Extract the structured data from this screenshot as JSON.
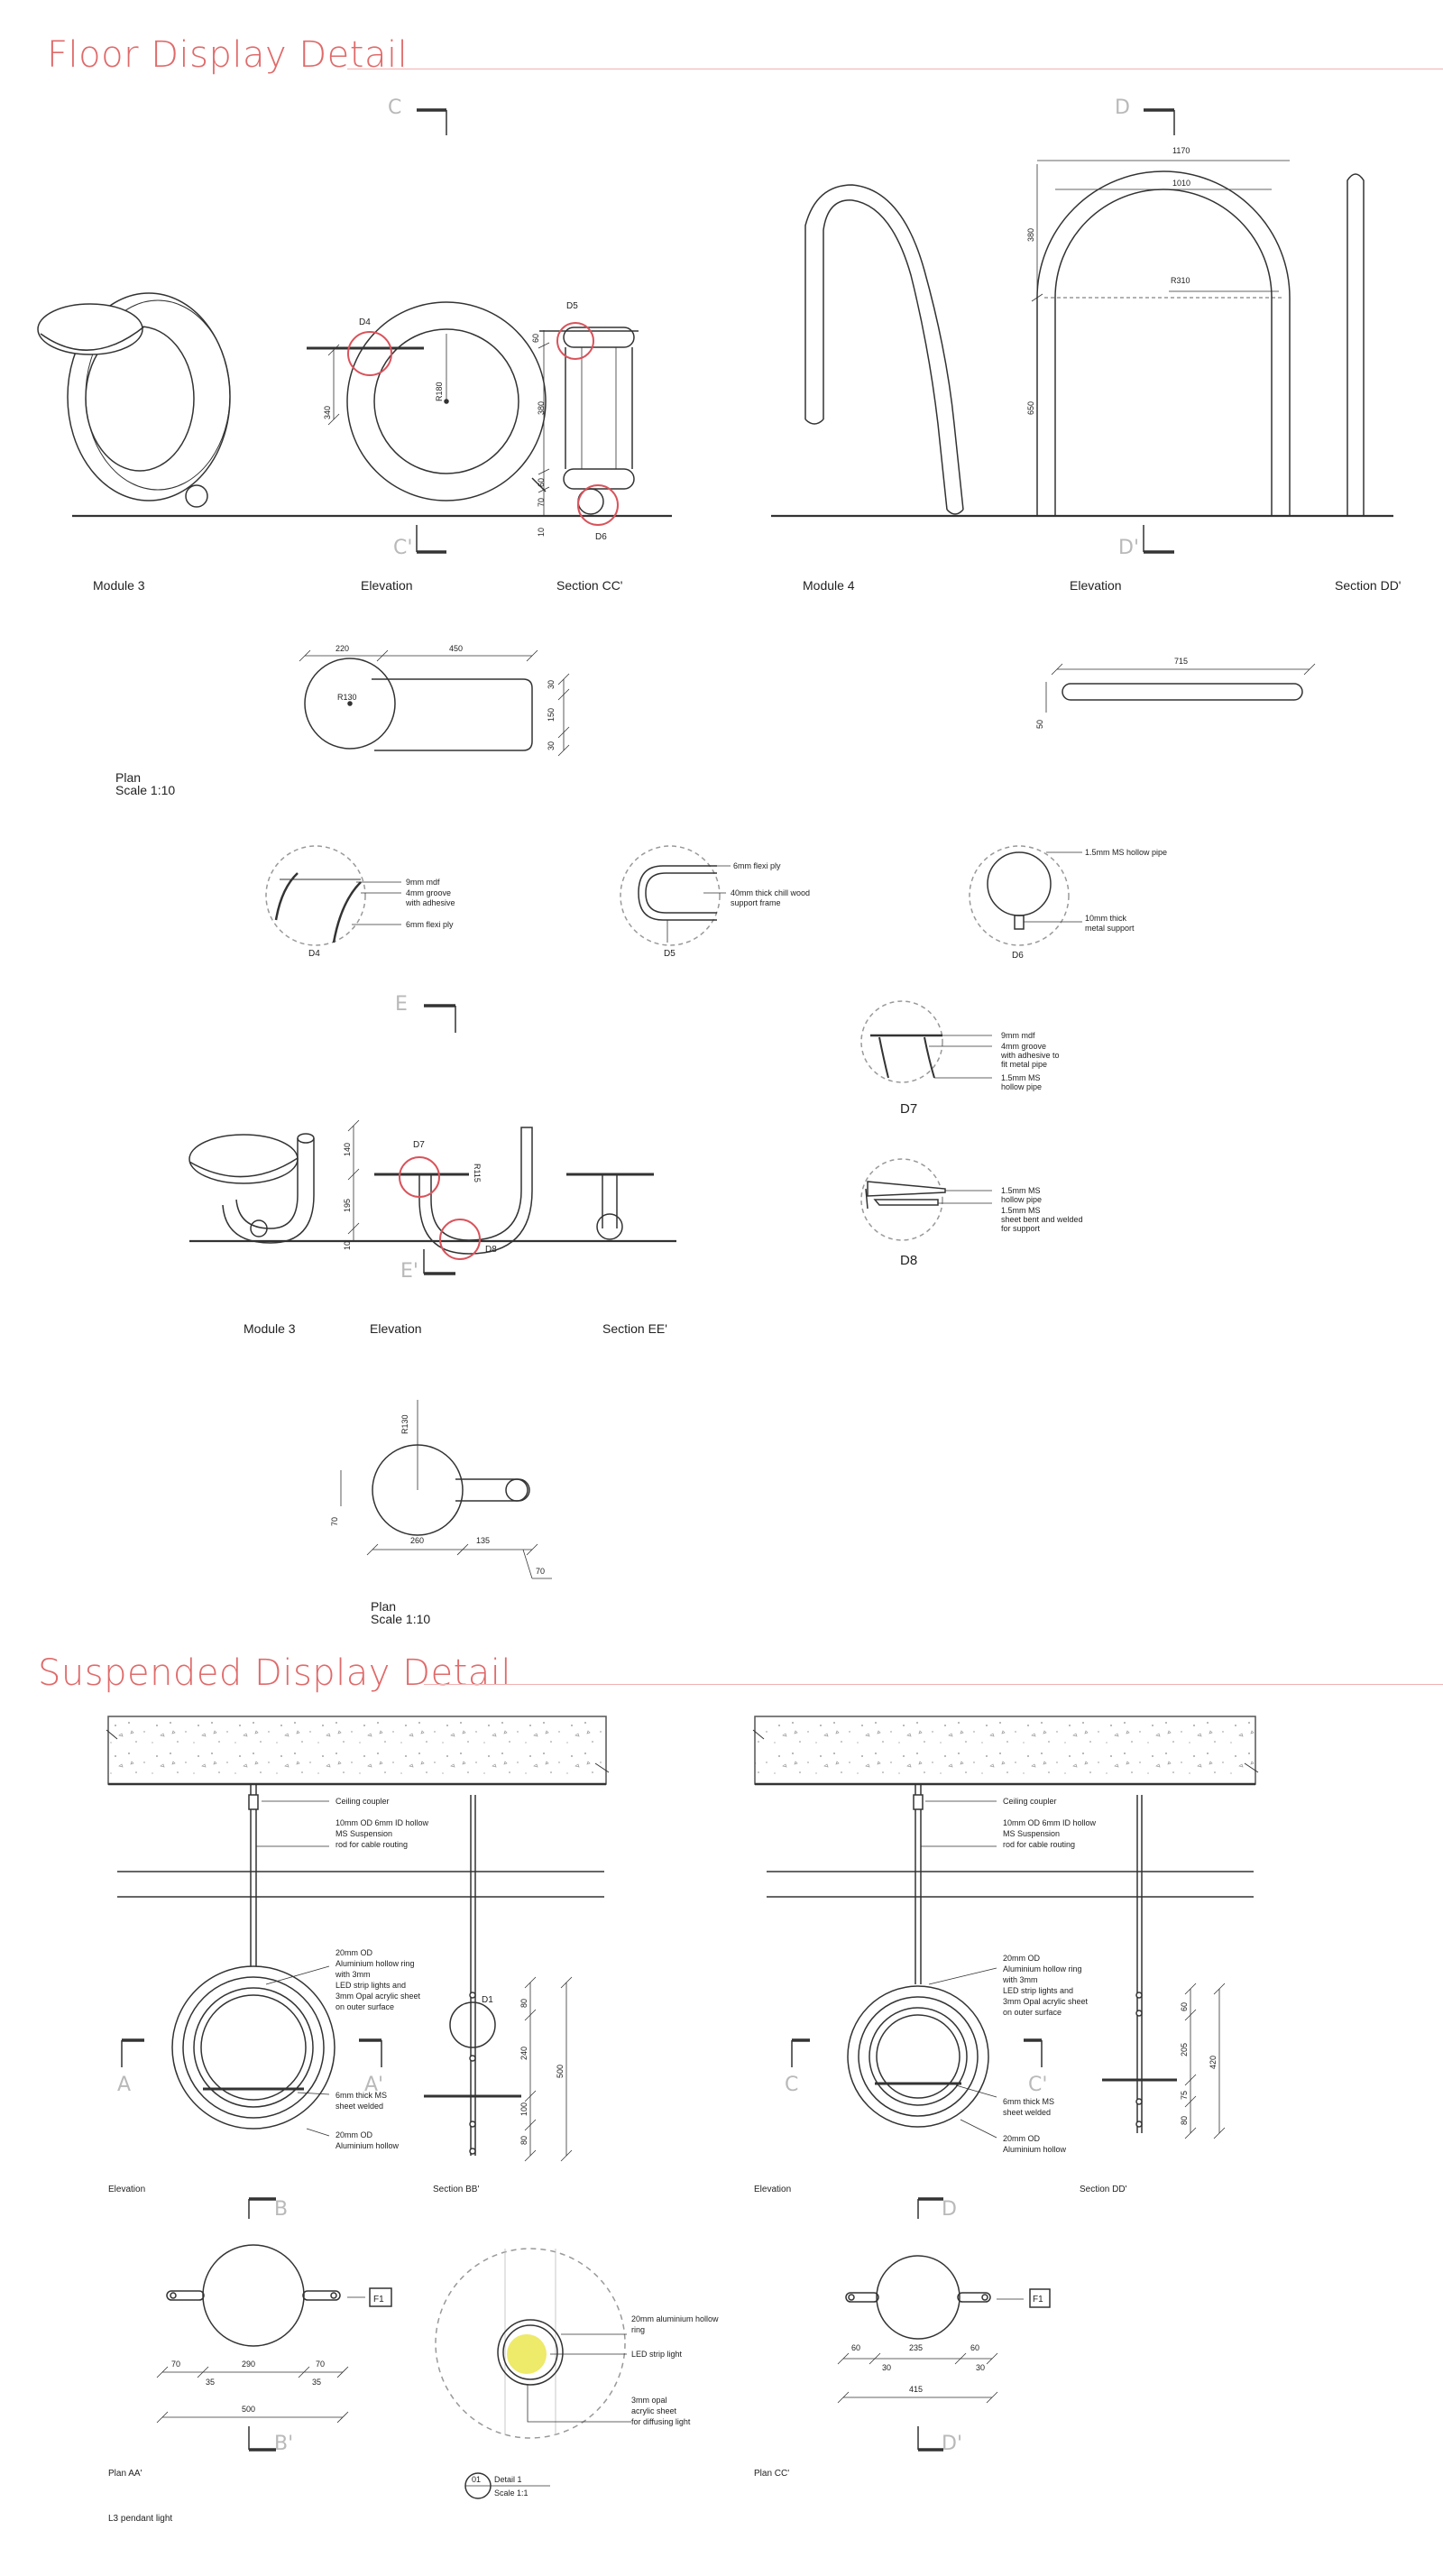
{
  "sections": {
    "floor_title": "Floor Display Detail",
    "suspended_title": "Suspended Display Detail"
  },
  "section_markers": {
    "c": "C",
    "c_prime": "C'",
    "d": "D",
    "d_prime": "D'",
    "e": "E",
    "e_prime": "E'",
    "a": "A",
    "a_prime": "A'",
    "b": "B",
    "b_prime": "B'",
    "c2": "C",
    "c2_prime": "C'",
    "d2": "D",
    "d2_prime": "D'"
  },
  "view_labels": {
    "module3_top": "Module 3",
    "elevation_top": "Elevation",
    "section_cc": "Section CC'",
    "module4": "Module 4",
    "elevation_m4": "Elevation",
    "section_dd_top": "Section DD'",
    "plan_top": "Plan",
    "scale_top": "Scale 1:10",
    "module3_mid": "Module 3",
    "elevation_mid": "Elevation",
    "section_ee": "Section EE'",
    "plan_mid": "Plan",
    "scale_mid": "Scale 1:10",
    "elevation_left": "Elevation",
    "section_bb": "Section BB'",
    "elevation_right": "Elevation",
    "section_dd": "Section DD'",
    "plan_aa": "Plan AA'",
    "plan_cc": "Plan CC'",
    "l3": "L3 pendant light"
  },
  "detail_tags": {
    "d4": "D4",
    "d5": "D5",
    "d6": "D6",
    "d7": "D7",
    "d8": "D8",
    "d1": "D1",
    "f1a": "F1",
    "f1b": "F1",
    "detail_num": "01",
    "detail_name": "Detail 1",
    "detail_scale": "Scale 1:1"
  },
  "dimensions": {
    "m3_60": "60",
    "m3_340": "340",
    "m3_r180": "R180",
    "m3_380": "380",
    "m3_60b": "60",
    "m3_70": "70",
    "m3_10": "10",
    "m4_1170": "1170",
    "m4_1010": "1010",
    "m4_380": "380",
    "m4_r310": "R310",
    "m4_650": "650",
    "p1_220": "220",
    "p1_450": "450",
    "p1_r130": "R130",
    "p1_30a": "30",
    "p1_150": "150",
    "p1_30b": "30",
    "p2_715": "715",
    "p2_50": "50",
    "e_140": "140",
    "e_195": "195",
    "e_10": "10",
    "e_r115": "R115",
    "p3_r130": "R130",
    "p3_70": "70",
    "p3_260": "260",
    "p3_135": "135",
    "p3_70b": "70",
    "s1_80": "80",
    "s1_240": "240",
    "s1_100": "100",
    "s1_80b": "80",
    "s1_500": "500",
    "pa_70": "70",
    "pa_290": "290",
    "pa_70b": "70",
    "pa_35": "35",
    "pa_35b": "35",
    "pa_500": "500",
    "s2_60": "60",
    "s2_205": "205",
    "s2_75": "75",
    "s2_80": "80",
    "s2_420": "420",
    "pc_60": "60",
    "pc_235": "235",
    "pc_60b": "60",
    "pc_30": "30",
    "pc_30b": "30",
    "pc_415": "415"
  },
  "notes": {
    "d4_a": "9mm mdf",
    "d4_b1": "4mm groove",
    "d4_b2": "with adhesive",
    "d4_c": "6mm flexi ply",
    "d5_a": "6mm flexi ply",
    "d5_b1": "40mm thick chill wood",
    "d5_b2": "support frame",
    "d6_a": "1.5mm MS hollow pipe",
    "d6_b1": "10mm thick",
    "d6_b2": "metal support",
    "d7_a": "9mm mdf",
    "d7_b1": "4mm groove",
    "d7_b2": "with adhesive to",
    "d7_b3": "fit metal pipe",
    "d7_c1": "1.5mm MS",
    "d7_c2": "hollow pipe",
    "d8_a1": "1.5mm MS",
    "d8_a2": "hollow pipe",
    "d8_b1": "1.5mm MS",
    "d8_b2": "sheet bent and welded",
    "d8_b3": "for support",
    "s_coupler": "Ceiling coupler",
    "s_rod1": "10mm OD 6mm ID hollow",
    "s_rod2": "MS Suspension",
    "s_rod3": "rod for cable routing",
    "s_ring1": "20mm OD",
    "s_ring2": "Aluminium hollow ring",
    "s_ring3": "with 3mm",
    "s_ring4": "LED strip lights and",
    "s_ring5": "3mm Opal acrylic sheet",
    "s_ring6": "on outer surface",
    "s_ms1": "6mm thick MS",
    "s_ms2": "sheet welded",
    "s_al1": "20mm OD",
    "s_al2": "Aluminium hollow",
    "r_coupler": "Ceiling coupler",
    "r_rod1": "10mm OD 6mm ID hollow",
    "r_rod2": "MS Suspension",
    "r_rod3": "rod for cable routing",
    "r_ring1": "20mm OD",
    "r_ring2": "Aluminium hollow ring",
    "r_ring3": "with 3mm",
    "r_ring4": "LED strip lights and",
    "r_ring5": "3mm Opal acrylic sheet",
    "r_ring6": "on outer surface",
    "r_ms1": "6mm thick MS",
    "r_ms2": "sheet welded",
    "r_al1": "20mm OD",
    "r_al2": "Aluminium hollow",
    "det_ring1": "20mm aluminium hollow",
    "det_ring2": "ring",
    "det_led": "LED strip light",
    "det_acr1": "3mm opal",
    "det_acr2": "acrylic sheet",
    "det_acr3": "for diffusing light"
  },
  "colors": {
    "title": "#e06a6a",
    "rule": "#f2b0b0",
    "detail_circle": "#d9535b",
    "line": "#3a3a3a",
    "marker": "#b9b9b9",
    "led": "#eeea6a"
  }
}
